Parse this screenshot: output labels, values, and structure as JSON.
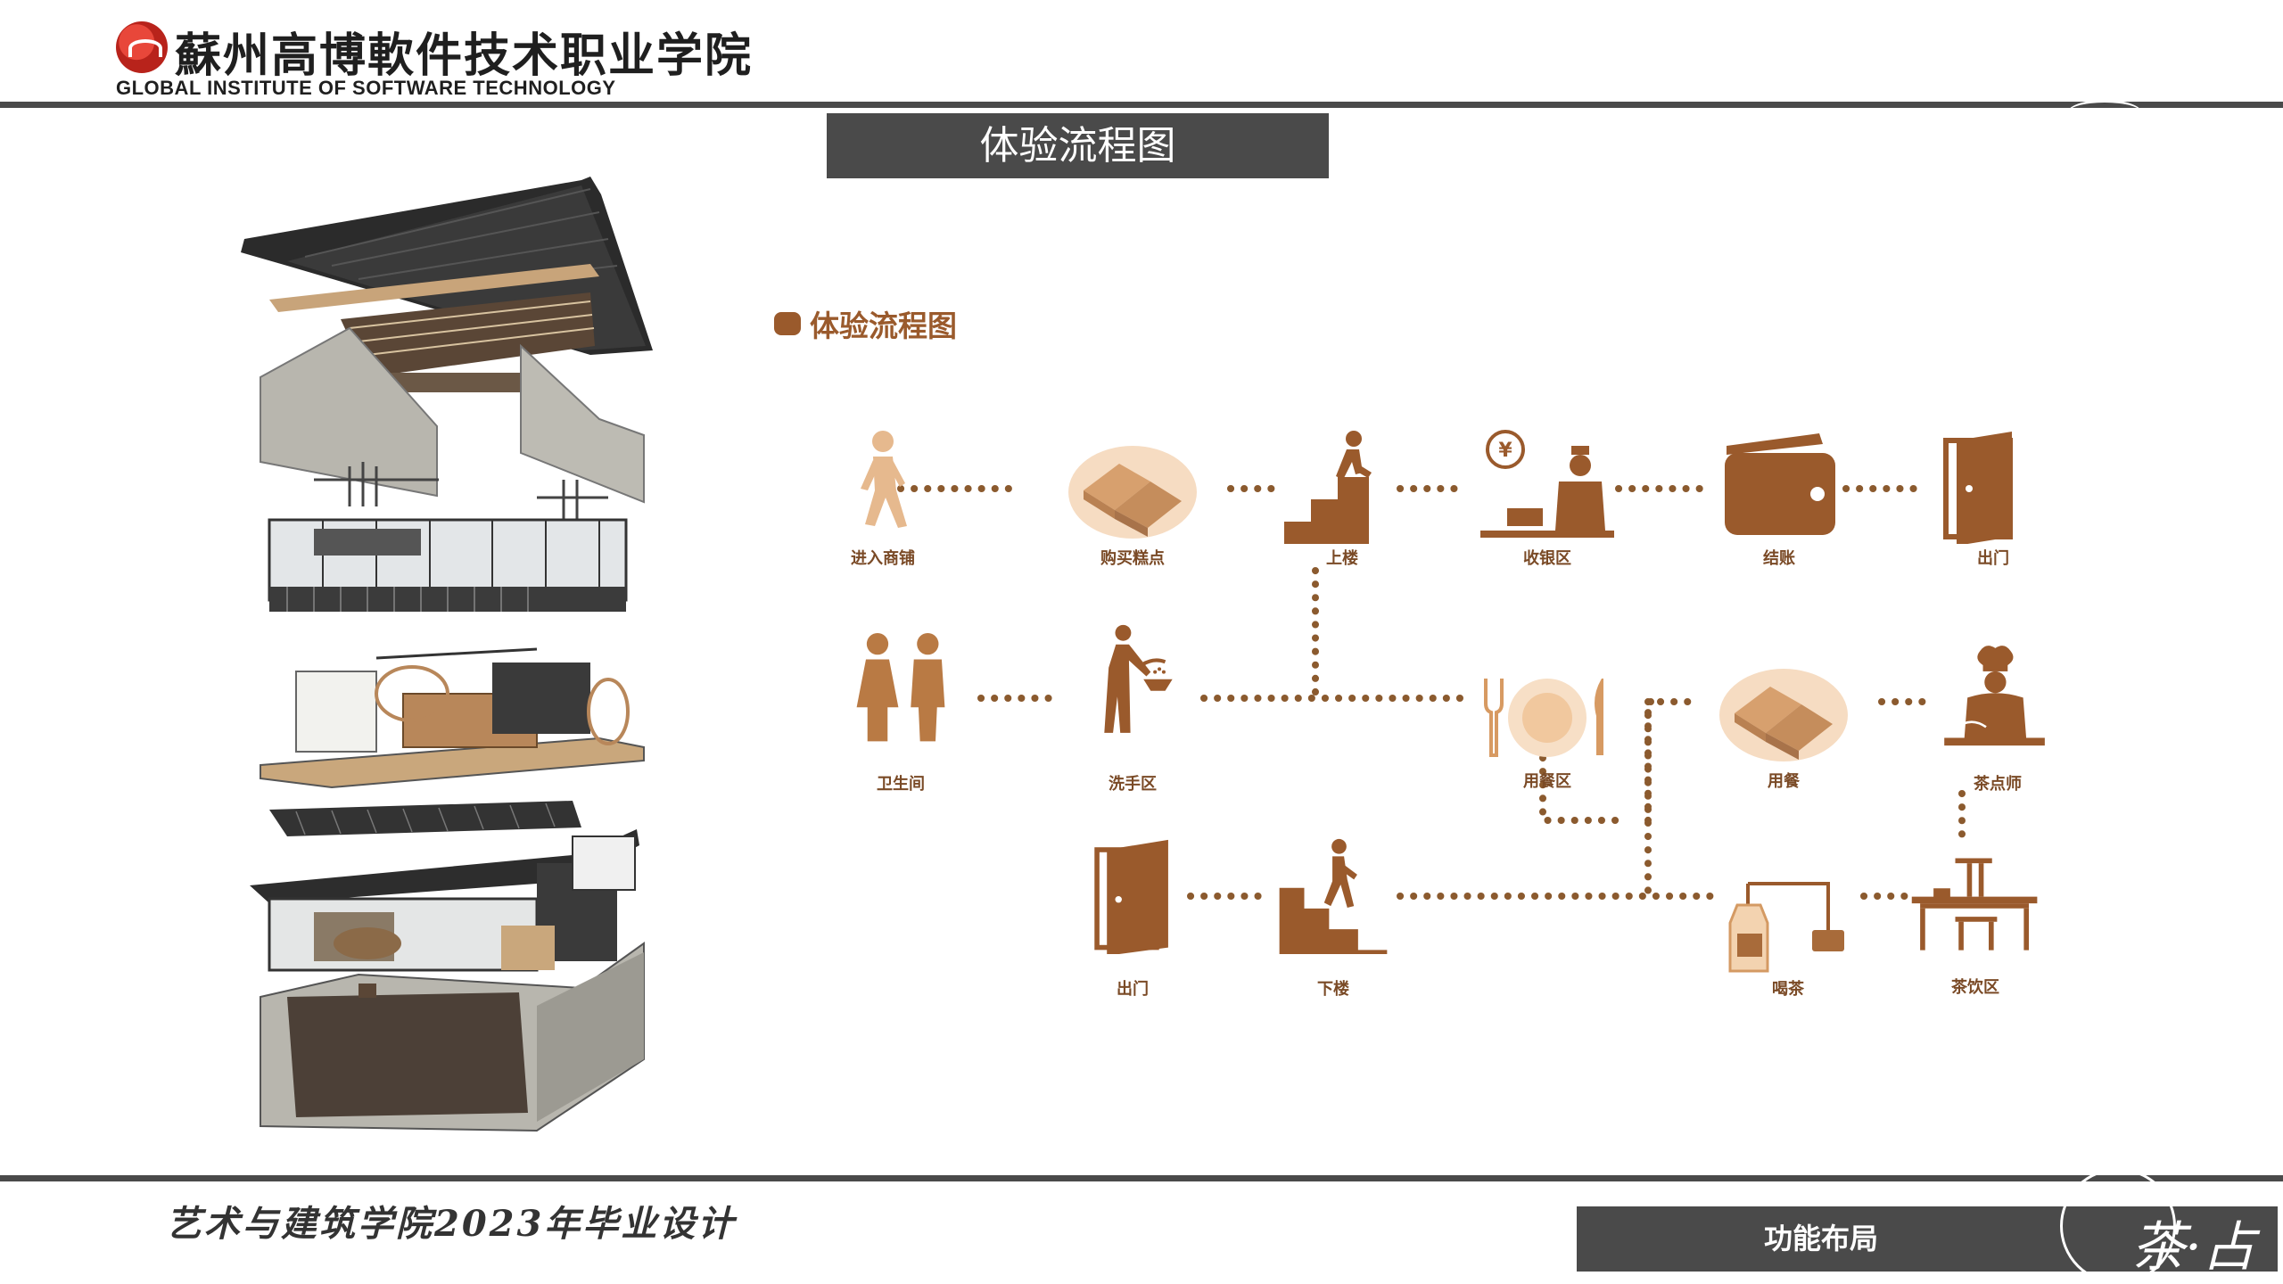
{
  "header": {
    "school_cn": "蘇州高博軟件技术职业学院",
    "school_en": "GLOBAL INSTITUTE OF SOFTWARE TECHNOLOGY"
  },
  "title": "体验流程图",
  "section_heading": "体验流程图",
  "flow": {
    "row1": [
      "进入商铺",
      "购买糕点",
      "上楼",
      "收银区",
      "结账",
      "出门"
    ],
    "row2": [
      "卫生间",
      "洗手区",
      "用餐区",
      "用餐",
      "茶点师"
    ],
    "row3": [
      "出门",
      "下楼",
      "喝茶",
      "茶饮区"
    ],
    "cashier_symbol": "¥"
  },
  "footer": {
    "text": "艺术与建筑学院2023年毕业设计",
    "section_label": "功能布局",
    "brand": "茶·占"
  },
  "colors": {
    "brown": "#9a5a2c",
    "light_brown": "#e6b98e",
    "dark_gray": "#4a4a4a"
  }
}
